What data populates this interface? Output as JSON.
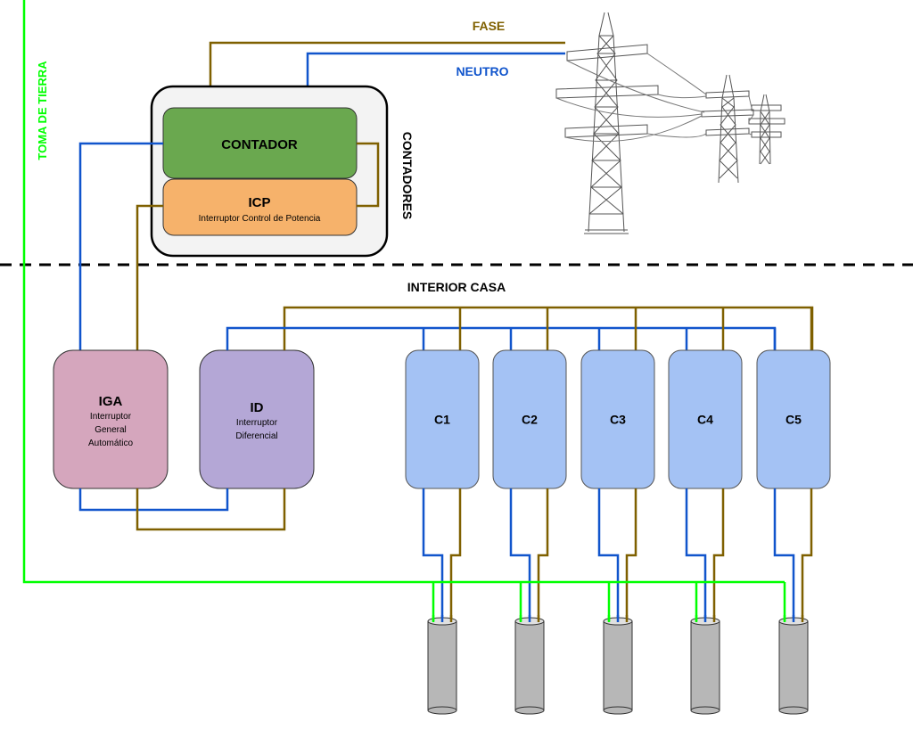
{
  "labels": {
    "fase": "FASE",
    "neutro": "NEUTRO",
    "toma_tierra": "TOMA DE TIERRA",
    "contadores": "CONTADORES",
    "interior_casa": "INTERIOR CASA"
  },
  "meter_box": {
    "contador": {
      "title": "CONTADOR"
    },
    "icp": {
      "title": "ICP",
      "subtitle": "Interruptor Control de Potencia"
    }
  },
  "iga": {
    "title": "IGA",
    "subtitle_lines": [
      "Interruptor",
      "General",
      "Automático"
    ]
  },
  "id": {
    "title": "ID",
    "subtitle_lines": [
      "Interruptor",
      "Diferencial"
    ]
  },
  "circuits": [
    {
      "label": "C1"
    },
    {
      "label": "C2"
    },
    {
      "label": "C3"
    },
    {
      "label": "C4"
    },
    {
      "label": "C5"
    }
  ],
  "colors": {
    "fase": "#7f6000",
    "neutro": "#1155cc",
    "tierra": "#00ff00",
    "contador": "#6aa84f",
    "icp": "#f6b26b",
    "iga": "#d5a6bd",
    "id": "#b4a7d6",
    "circuit": "#a4c2f4",
    "outlet": "#b7b7b7"
  }
}
